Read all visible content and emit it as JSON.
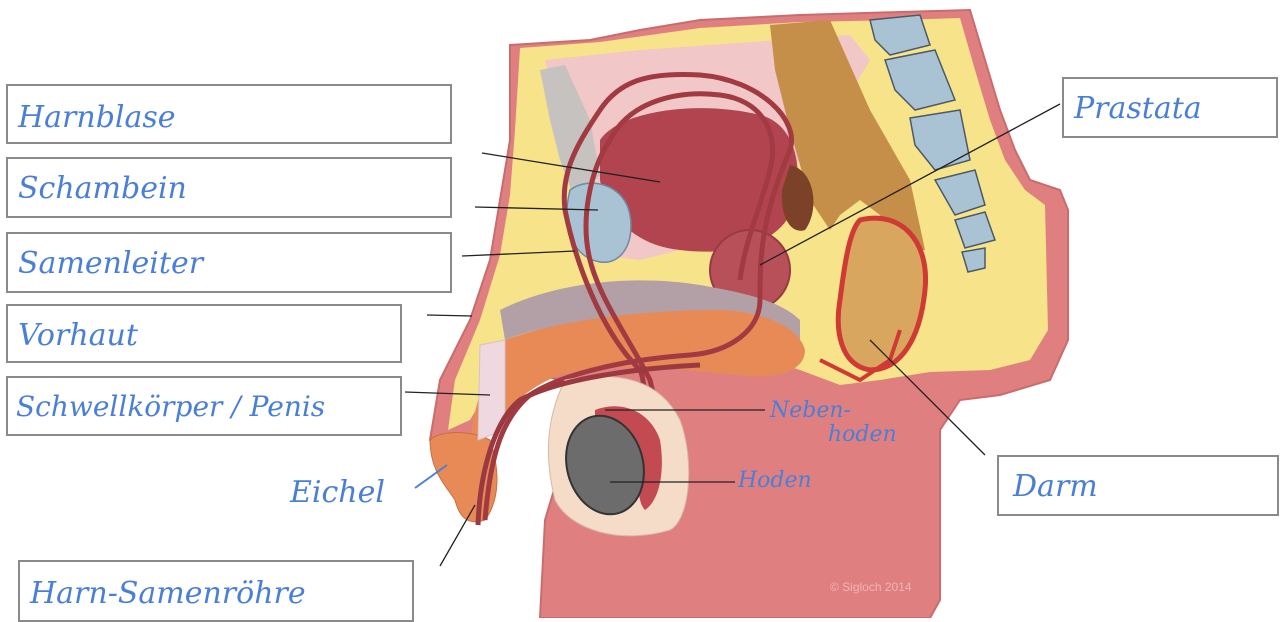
{
  "labels": {
    "harnblase": "Harnblase",
    "schambein": "Schambein",
    "samenleiter": "Samenleiter",
    "vorhaut": "Vorhaut",
    "schwellkoerper": "Schwellkörper / Penis",
    "harn_samenroehre": "Harn-Samenröhre",
    "prostata": "Prastata",
    "darm": "Darm"
  },
  "annotations": {
    "eichel": "Eichel",
    "nebenhoden_line1": "Neben-",
    "nebenhoden_line2": "hoden",
    "hoden": "Hoden"
  },
  "copyright": "© Sigloch 2014",
  "colors": {
    "label_text": "#4a7fd8",
    "box_border": "#8a8a8a",
    "skin": "#e07f80",
    "fat": "#f7e38a",
    "bladder": "#b1444f",
    "prostata": "#b8505a",
    "bone": "#a9c3d4",
    "rectum": "#c58f4a",
    "testis": "#6c6c6c",
    "penis_tissue": "#e88a55"
  }
}
